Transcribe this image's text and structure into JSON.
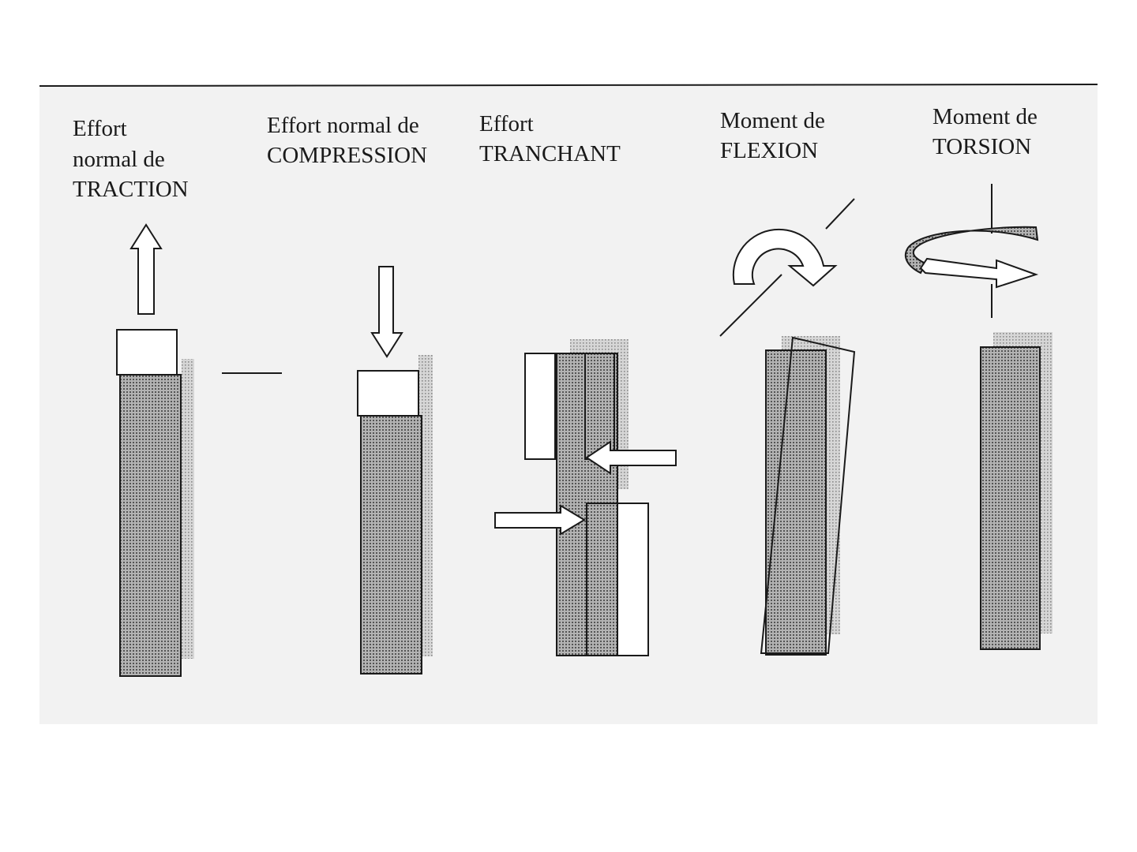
{
  "panels": [
    {
      "id": "traction",
      "lines": [
        "Effort",
        "normal de",
        "TRACTION"
      ]
    },
    {
      "id": "compression",
      "lines": [
        "Effort normal de",
        "COMPRESSION"
      ]
    },
    {
      "id": "tranchant",
      "lines": [
        "Effort",
        "TRANCHANT"
      ]
    },
    {
      "id": "flexion",
      "lines": [
        "Moment de",
        "FLEXION"
      ]
    },
    {
      "id": "torsion",
      "lines": [
        "Moment de",
        "TORSION"
      ]
    }
  ],
  "colors": {
    "page": "#ffffff",
    "scan_background": "#f2f2f2",
    "outline": "#1a1a1a",
    "member_fill": "#9a9a9a",
    "shadow_fill": "#c4c4c4"
  },
  "icons": [
    "arrow-up-icon",
    "arrow-down-icon",
    "arrow-left-icon",
    "arrow-right-icon",
    "curved-arrow-icon",
    "spiral-arrow-icon"
  ]
}
